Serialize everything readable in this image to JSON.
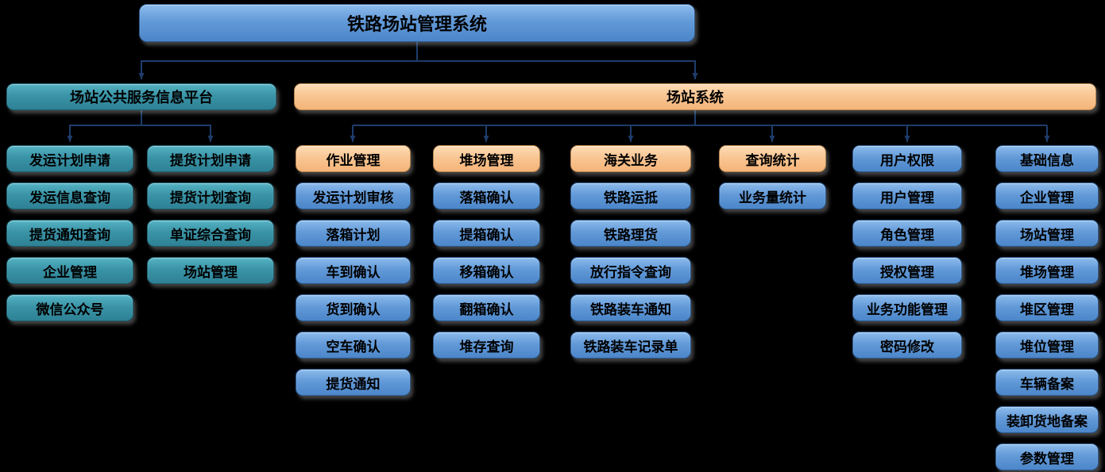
{
  "colors": {
    "background": "#000000",
    "blue_node_fill_top": "#8cbbec",
    "blue_node_fill_bottom": "#4b86c9",
    "blue_node_border": "#2d5a8e",
    "teal_node_fill_top": "#55b3c4",
    "teal_node_fill_bottom": "#2e8195",
    "teal_node_border": "#1d5f6d",
    "orange_node_fill_top": "#fddcb4",
    "orange_node_fill_bottom": "#f4b478",
    "orange_node_border": "#b5824a",
    "connector_line": "#1e3c6b",
    "text": "#000000"
  },
  "root": {
    "title": "铁路场站管理系统"
  },
  "platform": {
    "title": "场站公共服务信息平台",
    "columns": [
      {
        "items": [
          "发运计划申请",
          "发运信息查询",
          "提货通知查询",
          "企业管理",
          "微信公众号"
        ]
      },
      {
        "items": [
          "提货计划申请",
          "提货计划查询",
          "单证综合查询",
          "场站管理"
        ]
      }
    ]
  },
  "station_system": {
    "title": "场站系统",
    "columns": [
      {
        "header": "作业管理",
        "items": [
          "发运计划审核",
          "落箱计划",
          "车到确认",
          "货到确认",
          "空车确认",
          "提货通知"
        ]
      },
      {
        "header": "堆场管理",
        "items": [
          "落箱确认",
          "提箱确认",
          "移箱确认",
          "翻箱确认",
          "堆存查询"
        ]
      },
      {
        "header": "海关业务",
        "items": [
          "铁路运抵",
          "铁路理货",
          "放行指令查询",
          "铁路装车通知",
          "铁路装车记录单"
        ]
      },
      {
        "header": "查询统计",
        "items": [
          "业务量统计"
        ]
      },
      {
        "header": "用户权限",
        "items": [
          "用户管理",
          "角色管理",
          "授权管理",
          "业务功能管理",
          "密码修改"
        ]
      },
      {
        "header": "基础信息",
        "items": [
          "企业管理",
          "场站管理",
          "堆场管理",
          "堆区管理",
          "堆位管理",
          "车辆备案",
          "装卸货地备案",
          "参数管理"
        ]
      }
    ]
  }
}
